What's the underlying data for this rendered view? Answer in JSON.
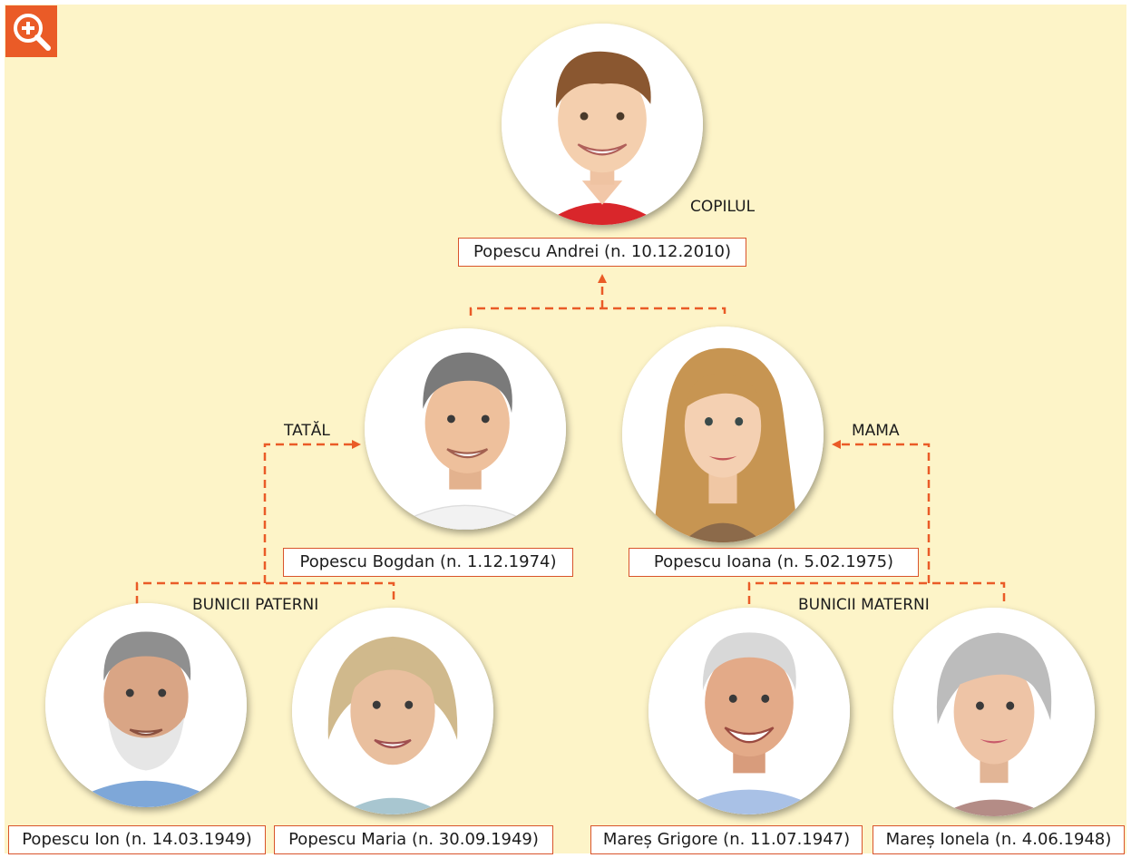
{
  "colors": {
    "background": "#fdf4c8",
    "accent": "#ea5b27",
    "box_border": "#d9542b"
  },
  "zoom_button": {
    "icon": "zoom-in-icon"
  },
  "child": {
    "role": "COPILUL",
    "name": "Popescu Andrei (n. 10.12.2010)"
  },
  "father": {
    "role": "TATĂL",
    "name": "Popescu Bogdan (n. 1.12.1974)"
  },
  "mother": {
    "role": "MAMA",
    "name": "Popescu Ioana (n. 5.02.1975)"
  },
  "paternal": {
    "label": "BUNICII PATERNI",
    "grandfather": "Popescu Ion (n. 14.03.1949)",
    "grandmother": "Popescu Maria (n. 30.09.1949)"
  },
  "maternal": {
    "label": "BUNICII MATERNI",
    "grandfather": "Mareș Grigore (n. 11.07.1947)",
    "grandmother": "Mareș Ionela (n. 4.06.1948)"
  }
}
